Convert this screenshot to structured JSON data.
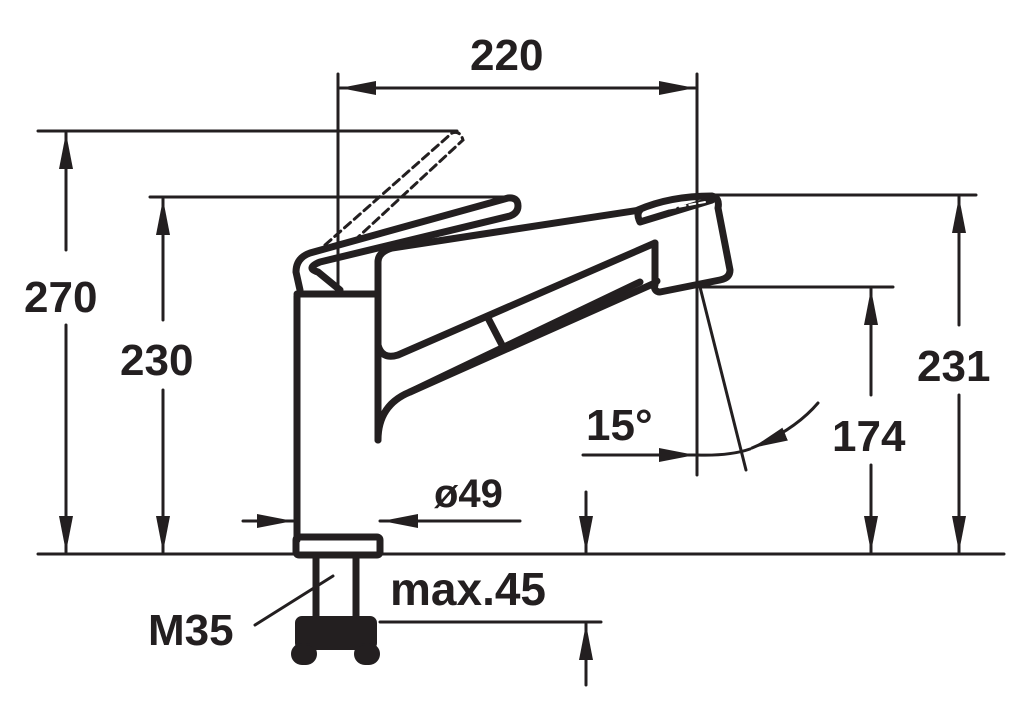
{
  "drawing": {
    "title": "Pull-out kitchen faucet dimension drawing",
    "units": "mm",
    "stroke_color": "#231f20",
    "background": "#ffffff"
  },
  "dimensions": {
    "reach": "220",
    "height_lever_raised": "270",
    "height_lever_closed": "230",
    "spray_head_top": "231",
    "spray_outlet_height": "174",
    "spray_angle": "15°",
    "base_diameter": "ø49",
    "max_deck_thickness": "max.45",
    "thread": "M35"
  }
}
